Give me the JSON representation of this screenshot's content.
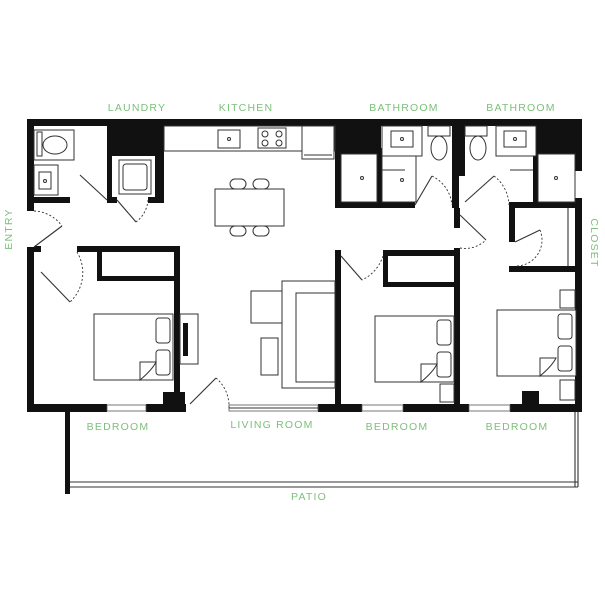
{
  "labels": {
    "laundry": "LAUNDRY",
    "kitchen": "KITCHEN",
    "bathroom_1": "BATHROOM",
    "bathroom_2": "BATHROOM",
    "entry": "ENTRY",
    "closet": "CLOSET",
    "bedroom_1": "BEDROOM",
    "living_room": "LIVING ROOM",
    "bedroom_2": "BEDROOM",
    "bedroom_3": "BEDROOM",
    "patio": "PATIO"
  },
  "colors": {
    "label": "#7cc07a",
    "wall": "#111111",
    "line": "#333333"
  }
}
